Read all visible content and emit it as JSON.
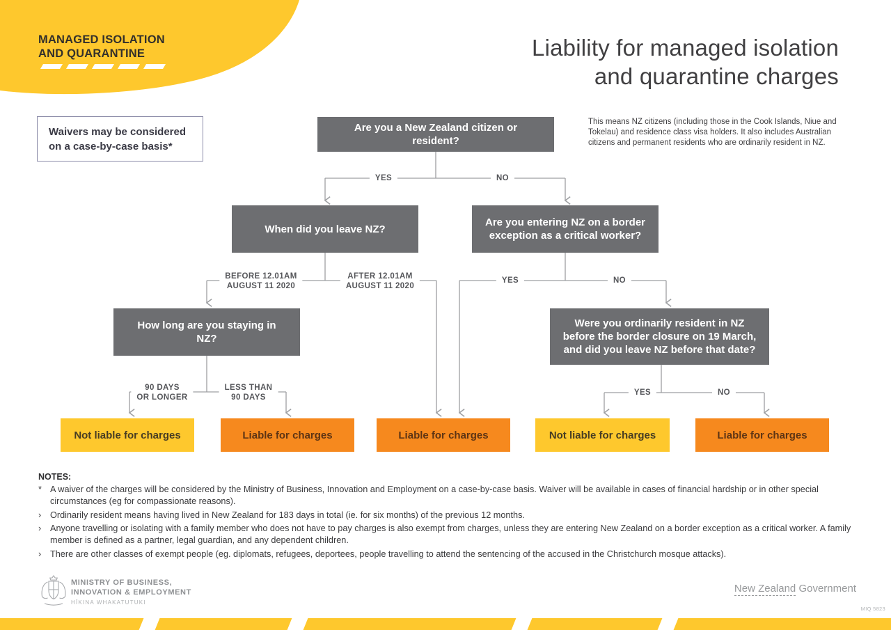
{
  "header": {
    "brand_line1": "MANAGED ISOLATION",
    "brand_line2": "AND QUARANTINE",
    "title_line1": "Liability for managed isolation",
    "title_line2": "and quarantine charges"
  },
  "waiver_note": "Waivers may be considered on a case-by-case basis*",
  "side_note": "This means NZ citizens (including those in the Cook Islands, Niue and Tokelau) and residence class visa holders. It also includes Australian citizens and permanent residents who are ordinarily resident in NZ.",
  "flowchart": {
    "questions": {
      "q1": "Are you a New Zealand citizen or resident?",
      "q2": "When did you leave NZ?",
      "q3": "Are you entering NZ on a border exception as a critical worker?",
      "q4": "How long are you staying in NZ?",
      "q5": "Were you ordinarily resident in NZ before the border closure on 19 March, and did you leave NZ before that date?"
    },
    "branch_labels": {
      "q1_yes": "YES",
      "q1_no": "NO",
      "q2_before_line1": "BEFORE 12.01AM",
      "q2_before_line2": "AUGUST 11 2020",
      "q2_after_line1": "AFTER 12.01AM",
      "q2_after_line2": "AUGUST 11 2020",
      "q3_yes": "YES",
      "q3_no": "NO",
      "q4_left_line1": "90 DAYS",
      "q4_left_line2": "OR LONGER",
      "q4_right_line1": "LESS THAN",
      "q4_right_line2": "90 DAYS",
      "q5_yes": "YES",
      "q5_no": "NO"
    },
    "results": [
      {
        "label": "Not liable for charges"
      },
      {
        "label": "Liable for charges"
      },
      {
        "label": "Liable for charges"
      },
      {
        "label": "Not liable for charges"
      },
      {
        "label": "Liable for charges"
      }
    ]
  },
  "notes": {
    "heading": "NOTES:",
    "items": [
      {
        "marker": "*",
        "text": "A waiver of the charges will be considered by the Ministry of Business, Innovation and Employment on a case-by-case basis. Waiver will be available in cases of financial hardship or in other special circumstances (eg for compassionate reasons)."
      },
      {
        "marker": "›",
        "text": "Ordinarily resident means having lived in New Zealand for 183 days in total (ie. for six months) of the previous 12 months."
      },
      {
        "marker": "›",
        "text": "Anyone travelling or isolating with a family member who does not have to pay charges is also exempt from charges, unless they are entering New Zealand on a border exception as a critical worker. A family member is defined as a partner, legal guardian, and any dependent children."
      },
      {
        "marker": "›",
        "text": "There are other classes of exempt people (eg. diplomats, refugees, deportees, people travelling to attend the sentencing of the accused in the Christchurch mosque attacks)."
      }
    ]
  },
  "footer": {
    "ministry_line1": "MINISTRY OF BUSINESS,",
    "ministry_line2": "INNOVATION & EMPLOYMENT",
    "ministry_line3": "HĪKINA WHAKATUTUKI",
    "govt_underlined": "New Zealand",
    "govt_rest": " Government",
    "doc_code": "MIQ 5823"
  },
  "colors": {
    "yellow": "#FEC82D",
    "orange": "#F6891E",
    "box_gray": "#6D6E71",
    "line_gray": "#9D9FA2"
  }
}
